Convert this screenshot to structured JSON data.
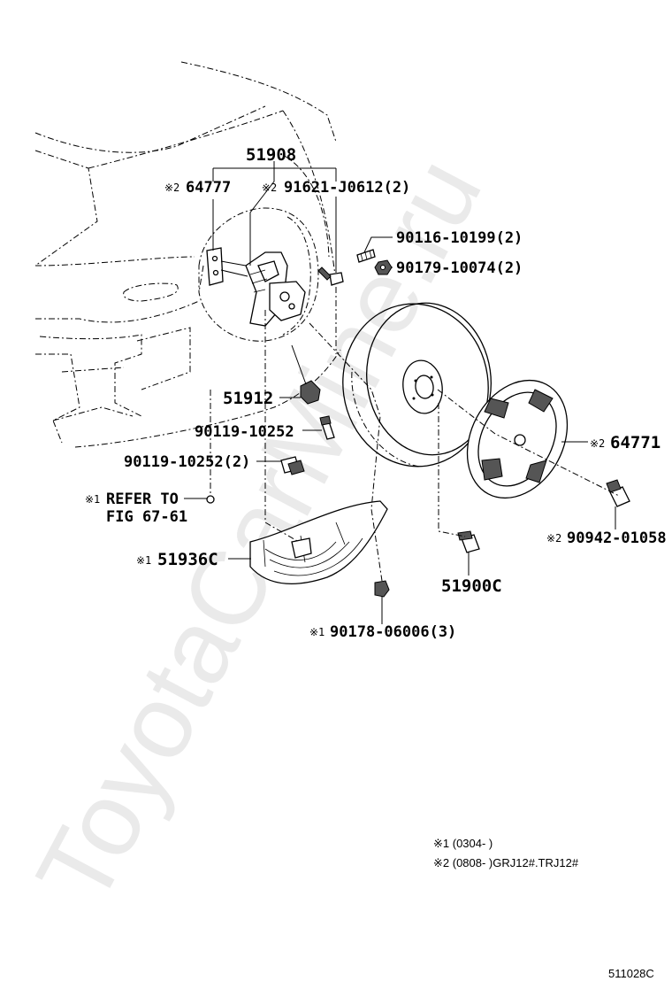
{
  "watermark": "ToyotaCarMine.ru",
  "diagram_id": "511028C",
  "parts": {
    "p51908": "51908",
    "p64777": "64777",
    "p91621": "91621-J0612(2)",
    "p90116": "90116-10199(2)",
    "p90179": "90179-10074(2)",
    "p51912": "51912",
    "p90119a": "90119-10252",
    "p90119b": "90119-10252(2)",
    "p64771": "64771",
    "p90942": "90942-01058",
    "p51936c": "51936C",
    "p51900c": "51900C",
    "p90178": "90178-06006(3)"
  },
  "marks": {
    "m1": "※1",
    "m2": "※2"
  },
  "refer": {
    "line1": "REFER TO",
    "line2": "FIG 67-61"
  },
  "notes": {
    "n1": "※1 (0304-      )",
    "n2": "※2 (0808-      )GRJ12#.TRJ12#"
  }
}
